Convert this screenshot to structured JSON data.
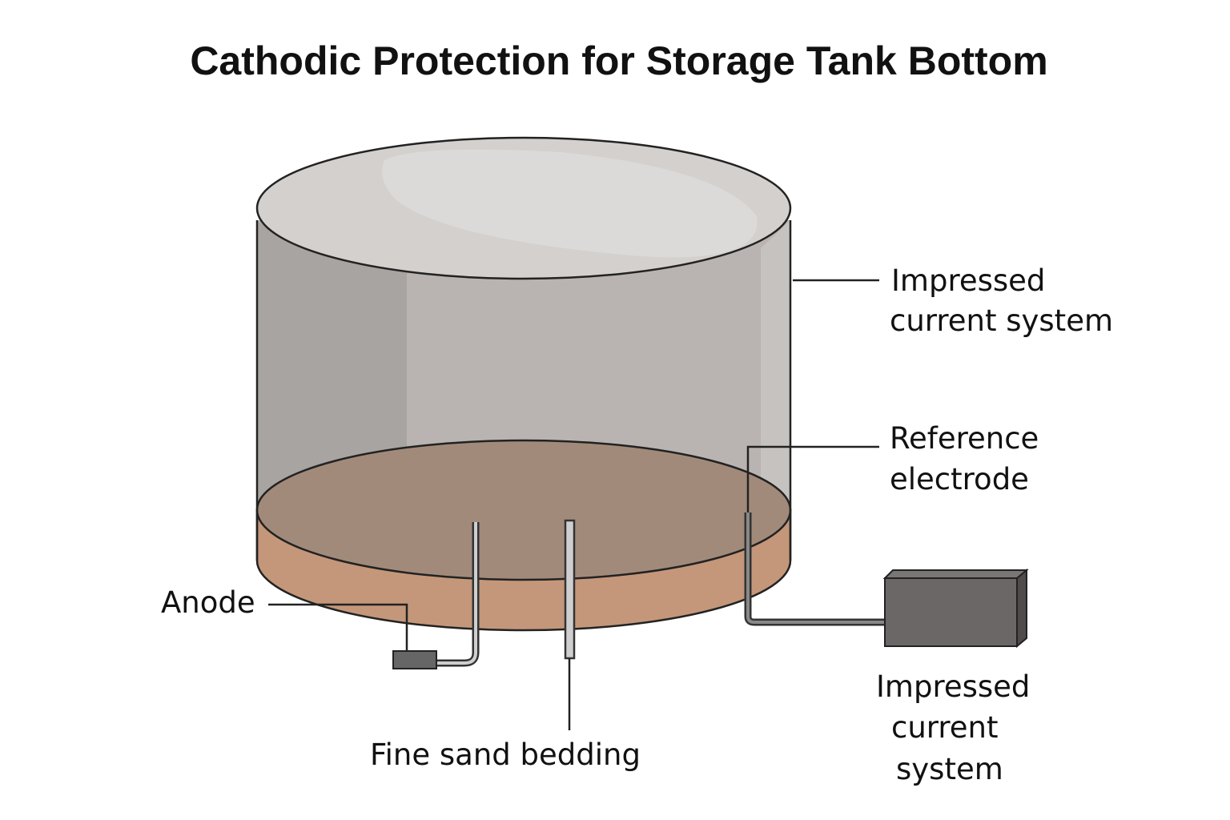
{
  "title": "Cathodic Protection for Storage Tank Bottom",
  "labels": {
    "impressed_top_1": "Impressed",
    "impressed_top_2": "current system",
    "reference_1": "Reference",
    "reference_2": "electrode",
    "anode": "Anode",
    "sand": "Fine sand bedding",
    "impressed_box_1": "Impressed",
    "impressed_box_2": "current",
    "impressed_box_3": "system"
  },
  "colors": {
    "tank_top": "#d3d0ce",
    "tank_body": "#b9b4b1",
    "tank_shadow": "#a8a4a2",
    "tank_floor": "#a28a7a",
    "sand": "#c4977a",
    "rectifier": "#6b6766"
  }
}
